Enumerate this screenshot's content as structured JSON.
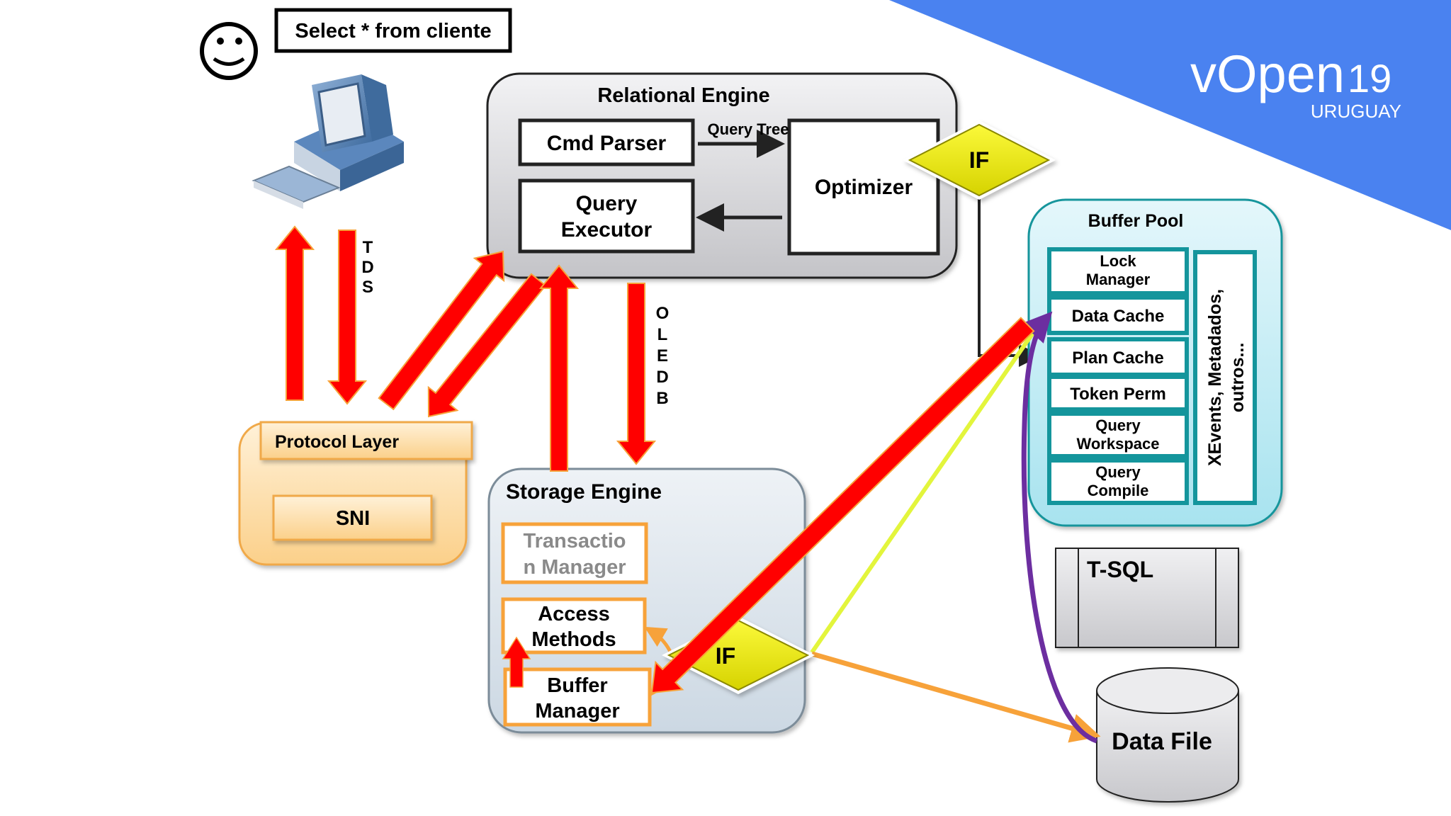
{
  "brand": {
    "logo_text": "vOpen",
    "logo_year": "19",
    "logo_country": "URUGUAY",
    "banner_color": "#4a82f0"
  },
  "query_box": {
    "text": "Select * from cliente"
  },
  "client": {
    "face_icon": "smiley-icon",
    "computer_icon": "desktop-computer-icon"
  },
  "tds_label": [
    "T",
    "D",
    "S"
  ],
  "oledb_label": [
    "O",
    "L",
    "E",
    "D",
    "B"
  ],
  "relational_engine": {
    "title": "Relational Engine",
    "cmd_parser": "Cmd Parser",
    "query_tree_label": "Query Tree",
    "query_executor": [
      "Query",
      "Executor"
    ],
    "optimizer": "Optimizer",
    "if_label": "IF"
  },
  "protocol_layer": {
    "title": "Protocol Layer",
    "sni": "SNI"
  },
  "storage_engine": {
    "title": "Storage Engine",
    "transaction_manager": [
      "Transactio",
      "n Manager"
    ],
    "access_methods": [
      "Access",
      "Methods"
    ],
    "buffer_manager": [
      "Buffer",
      "Manager"
    ],
    "if_label": "IF"
  },
  "buffer_pool": {
    "title": "Buffer Pool",
    "items": [
      [
        "Lock",
        "Manager"
      ],
      [
        "Data Cache"
      ],
      [
        "Plan Cache"
      ],
      [
        "Token Perm"
      ],
      [
        "Query",
        "Workspace"
      ],
      [
        "Query",
        "Compile"
      ]
    ],
    "side_panel": [
      "XEvents, Metadados,",
      "outros..."
    ]
  },
  "tsql": {
    "label": "T-SQL"
  },
  "data_file": {
    "label": "Data File"
  },
  "colors": {
    "arrow_red": "#ff0000",
    "arrow_outline": "#f7a23a",
    "if_yellow": "#f2ef00",
    "buffer_pool_teal": "#14959c",
    "purple_line": "#6c2ea0",
    "lime_line": "#e3f53c",
    "orange_line": "#f7a23a"
  }
}
